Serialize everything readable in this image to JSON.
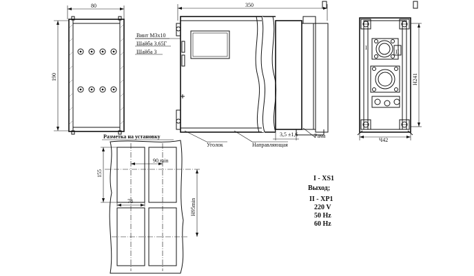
{
  "front_view": {
    "width_dim": "80",
    "height_dim": "190"
  },
  "side_view": {
    "length_dim": "350",
    "screw_notes": [
      "Винт М3х10",
      "Шайба 3.65Г",
      "Шайба 3"
    ],
    "callouts": {
      "angle": "Уголок",
      "rail": "Направляющая",
      "frame": "Рама"
    },
    "offset_dim": "3,5 ±1,6"
  },
  "rear_view": {
    "width_dim": "Ч42",
    "height_dim": "Н241",
    "connector_marks": [
      "I",
      "II"
    ]
  },
  "mounting": {
    "title": "Разметка на установку",
    "pitch_dim": "90 min",
    "width_dim": "78",
    "height_dim": "155",
    "vertical_pitch_dim": "Н95min"
  },
  "legend": {
    "lines": [
      "I - XS1",
      "Выход;",
      "II - XP1",
      "220 V",
      "50 Hz",
      "60 Hz"
    ]
  }
}
